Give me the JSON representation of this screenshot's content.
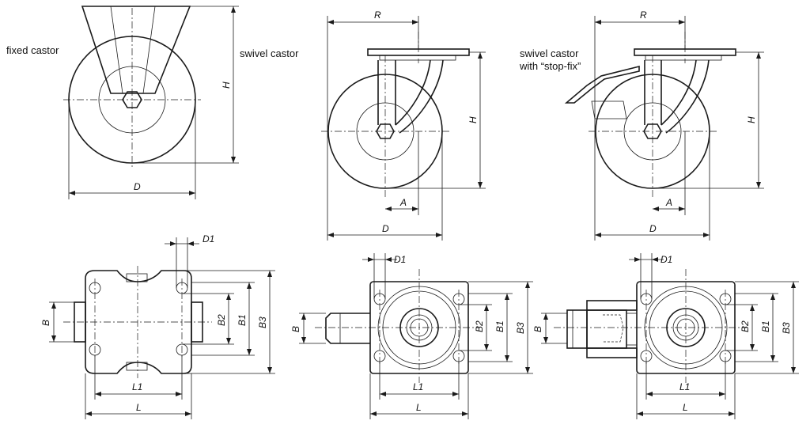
{
  "labels": {
    "fixed": "fixed castor",
    "swivel": "swivel castor",
    "stopfix_line1": "swivel castor",
    "stopfix_line2": "with “stop-fix”"
  },
  "dims": {
    "D": "D",
    "H": "H",
    "R": "R",
    "A": "A",
    "D1": "D1",
    "B": "B",
    "B1": "B1",
    "B2": "B2",
    "B3": "B3",
    "L": "L",
    "L1": "L1"
  }
}
